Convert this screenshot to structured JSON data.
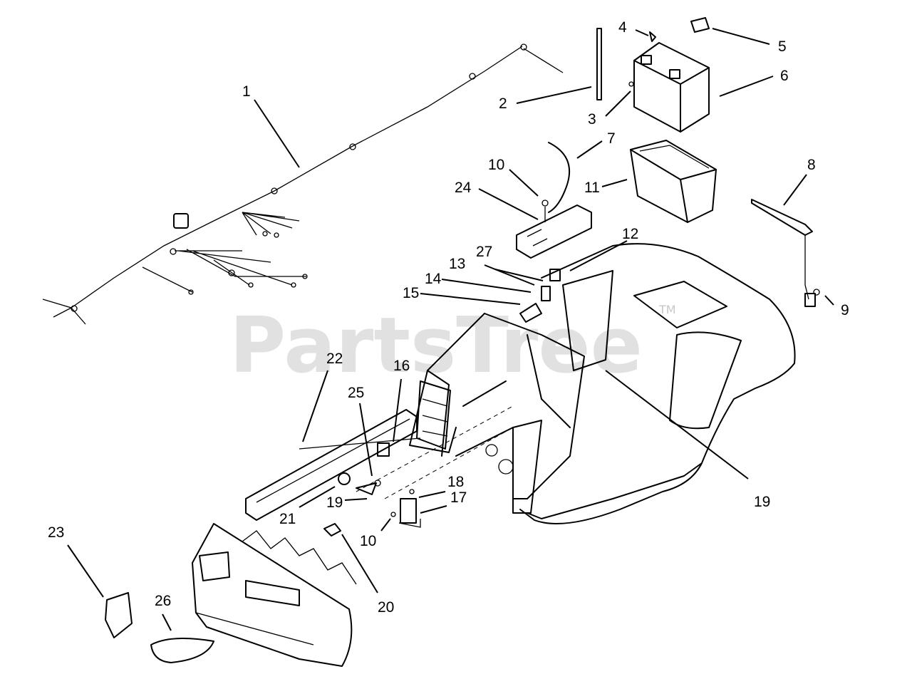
{
  "watermark": {
    "text": "PartsTree",
    "tm": "TM"
  },
  "callouts": {
    "c1": "1",
    "c2": "2",
    "c3": "3",
    "c4": "4",
    "c5": "5",
    "c6": "6",
    "c7": "7",
    "c8": "8",
    "c9": "9",
    "c10a": "10",
    "c10b": "10",
    "c11": "11",
    "c12": "12",
    "c13": "13",
    "c14": "14",
    "c15": "15",
    "c16": "16",
    "c17": "17",
    "c18": "18",
    "c19a": "19",
    "c19b": "19",
    "c20": "20",
    "c21": "21",
    "c22": "22",
    "c23": "23",
    "c24": "24",
    "c25": "25",
    "c26": "26",
    "c27": "27"
  }
}
